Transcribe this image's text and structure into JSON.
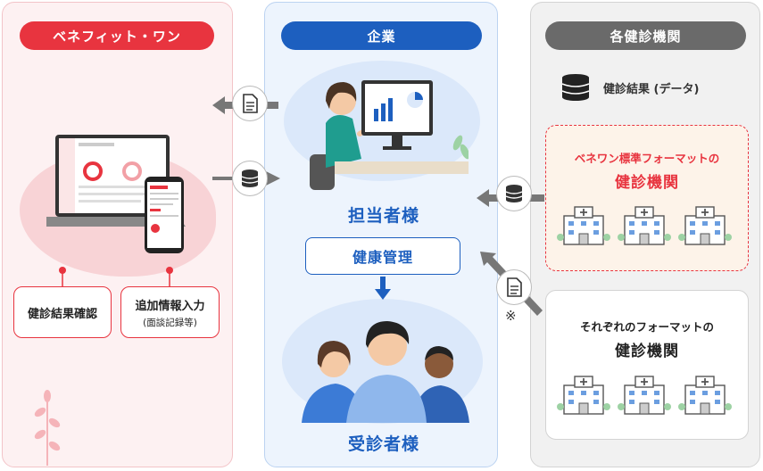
{
  "columns": {
    "benefit_one": {
      "title": "ベネフィット・ワン"
    },
    "company": {
      "title": "企業"
    },
    "institutions": {
      "title": "各健診機関"
    }
  },
  "benefit_one": {
    "result_check": "健診結果確認",
    "extra_info_line1": "追加情報入力",
    "extra_info_line2": "(面談記録等)"
  },
  "company": {
    "staff_label": "担当者様",
    "health_management": "健康管理",
    "examinees_label": "受診者様"
  },
  "institutions": {
    "data_label": "健診結果 (データ)",
    "standard_format_line1": "ベネワン標準フォーマットの",
    "standard_format_line2": "健診機関",
    "other_format_line1": "それぞれのフォーマットの",
    "other_format_line2": "健診機関"
  },
  "note_mark": "※",
  "colors": {
    "red": "#e8343f",
    "blue": "#1d5fbf",
    "gray": "#6a6a6a",
    "arrow_gray": "#777777"
  },
  "icons": [
    "document-icon",
    "database-icon",
    "hospital-icon",
    "laptop-icon",
    "smartphone-icon",
    "person-at-monitor-icon",
    "group-people-icon"
  ]
}
